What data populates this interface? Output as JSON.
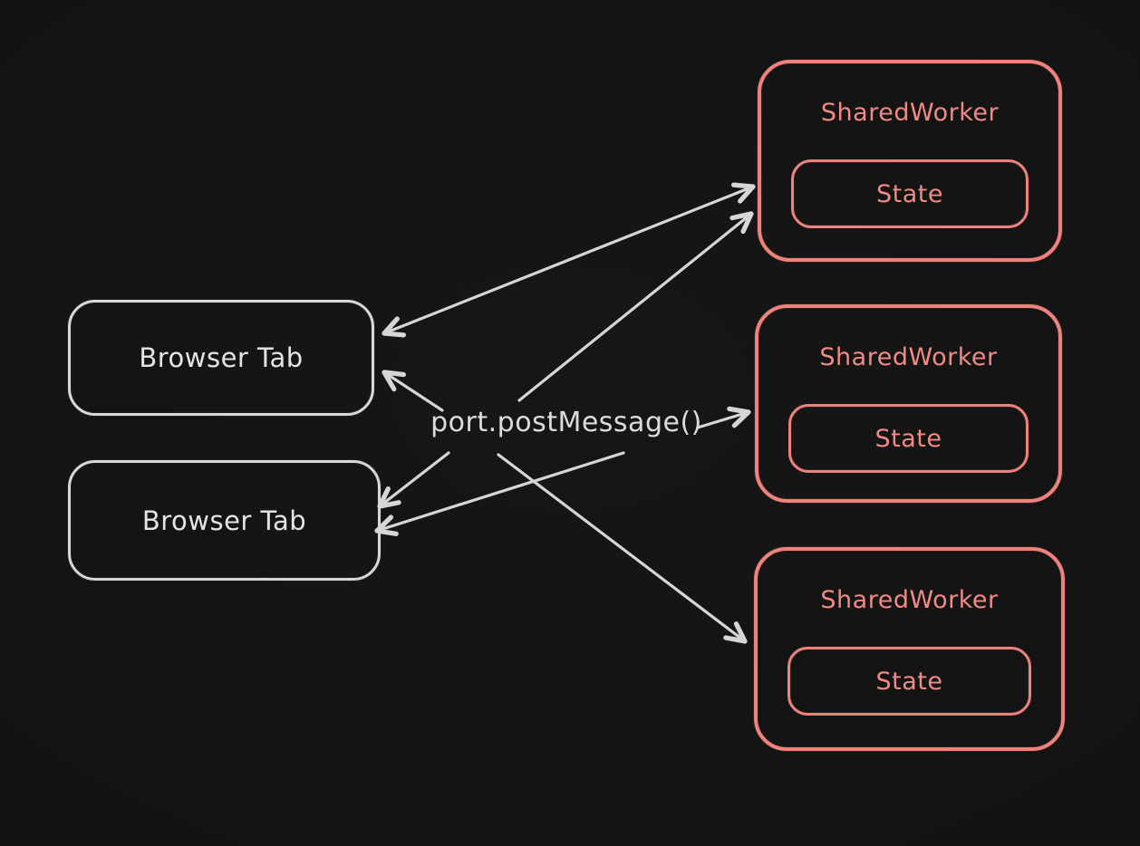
{
  "canvas": {
    "background": "#131313",
    "kind": "hand-drawn whiteboard diagram (dark theme)"
  },
  "colors": {
    "light_stroke": "#d8d8d8",
    "light_text": "#e4e4e6",
    "accent_stroke": "#ee837d",
    "accent_text": "#ef8a84"
  },
  "center_label": {
    "text": "port.postMessage()"
  },
  "boxes": {
    "browser_tabs": [
      {
        "label": "Browser Tab"
      },
      {
        "label": "Browser Tab"
      }
    ],
    "shared_workers": [
      {
        "label": "SharedWorker",
        "state_label": "State"
      },
      {
        "label": "SharedWorker",
        "state_label": "State"
      },
      {
        "label": "SharedWorker",
        "state_label": "State"
      }
    ]
  },
  "arrows": [
    {
      "from": "browser-tab-1",
      "to": "shared-worker-1",
      "bidirectional": true
    },
    {
      "from": "center-label",
      "to": "shared-worker-1",
      "bidirectional": false
    },
    {
      "from": "center-label",
      "to": "browser-tab-1",
      "bidirectional": false
    },
    {
      "from": "center-label",
      "to": "browser-tab-2",
      "bidirectional": false
    },
    {
      "from": "center-label",
      "to": "browser-tab-2",
      "bidirectional": false
    },
    {
      "from": "center-label",
      "to": "shared-worker-2",
      "bidirectional": false
    },
    {
      "from": "center-label",
      "to": "shared-worker-3",
      "bidirectional": false
    }
  ]
}
